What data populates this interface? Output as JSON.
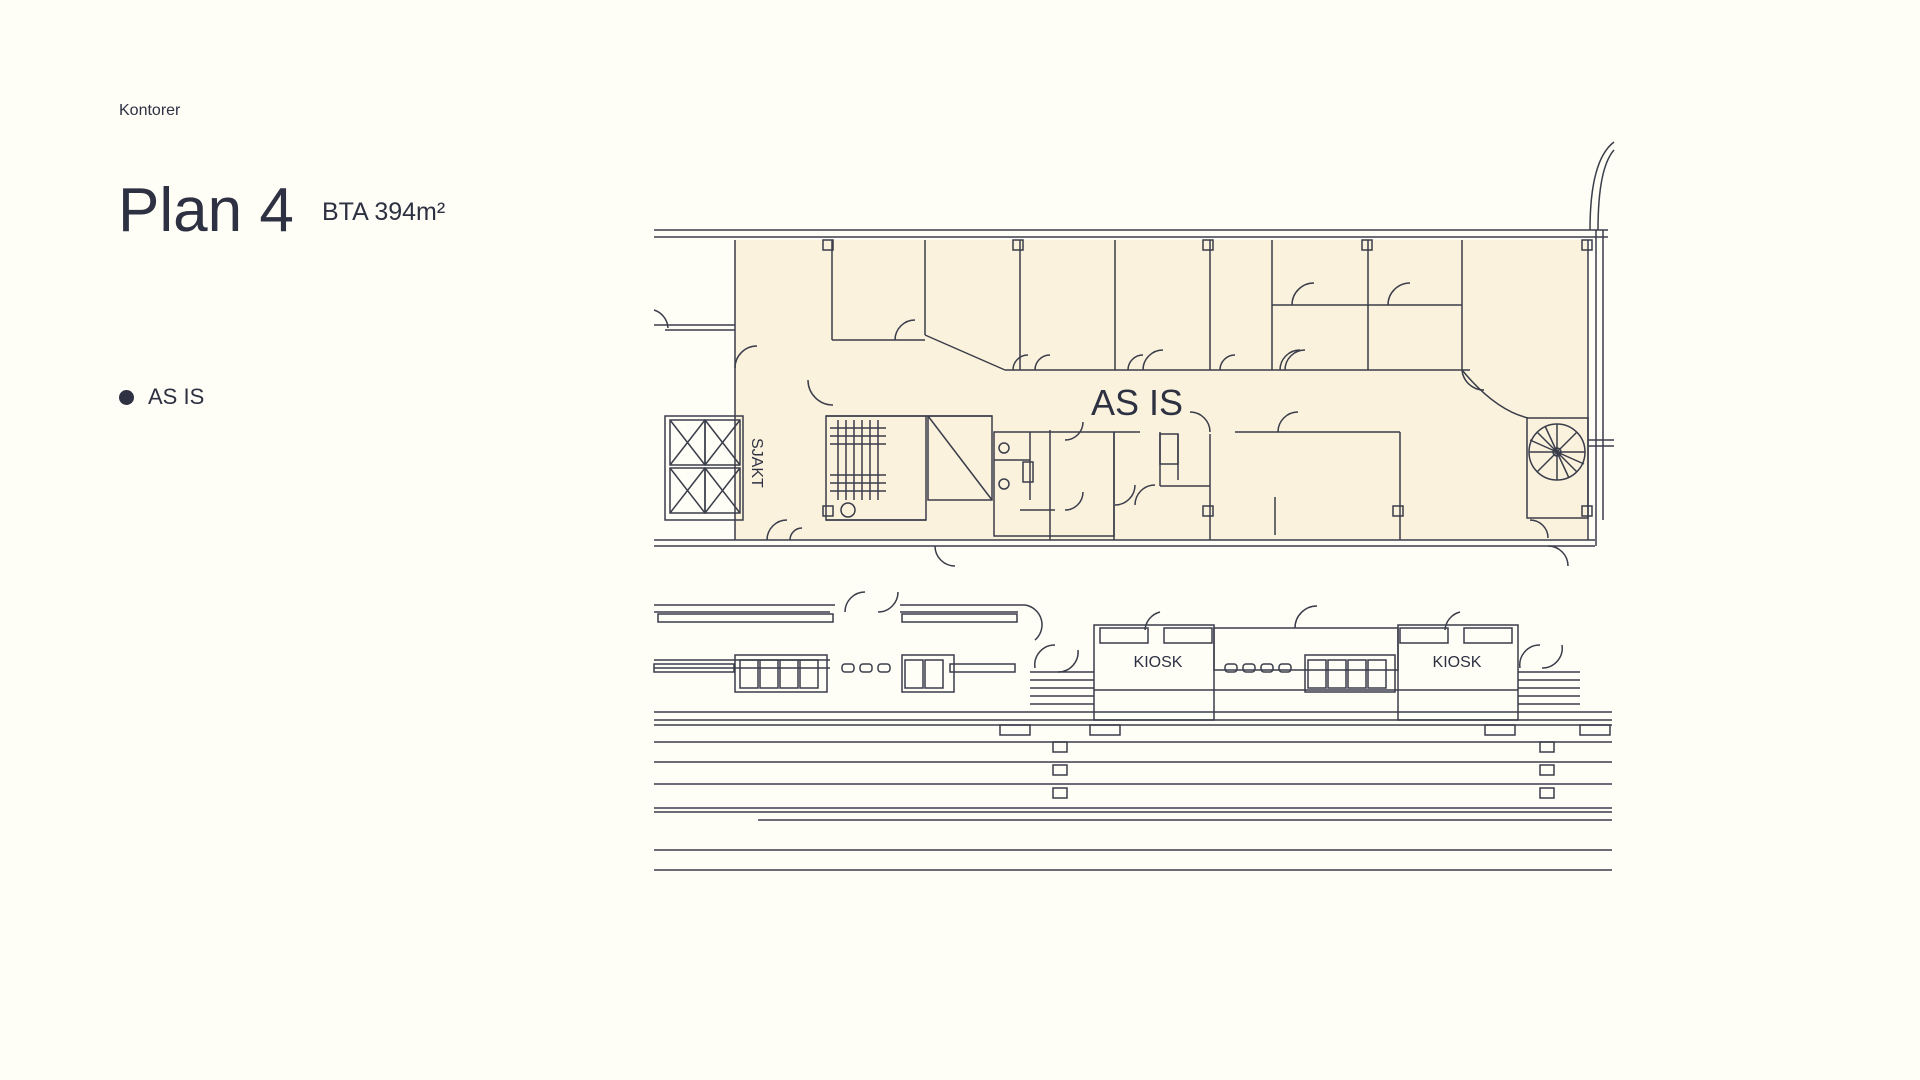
{
  "header": {
    "eyebrow": "Kontorer",
    "title": "Plan 4",
    "area": "BTA 394m²"
  },
  "legend": {
    "items": [
      {
        "label": "AS IS",
        "color": "#2d3142"
      }
    ]
  },
  "plan": {
    "zone_label": "AS IS",
    "shaft_label": "SJAKT",
    "kiosk_labels": [
      "KIOSK",
      "KIOSK"
    ],
    "line_color": "#3a3d4a",
    "fill_color": "#fbf2dd",
    "background_color": "#fefdf6"
  }
}
